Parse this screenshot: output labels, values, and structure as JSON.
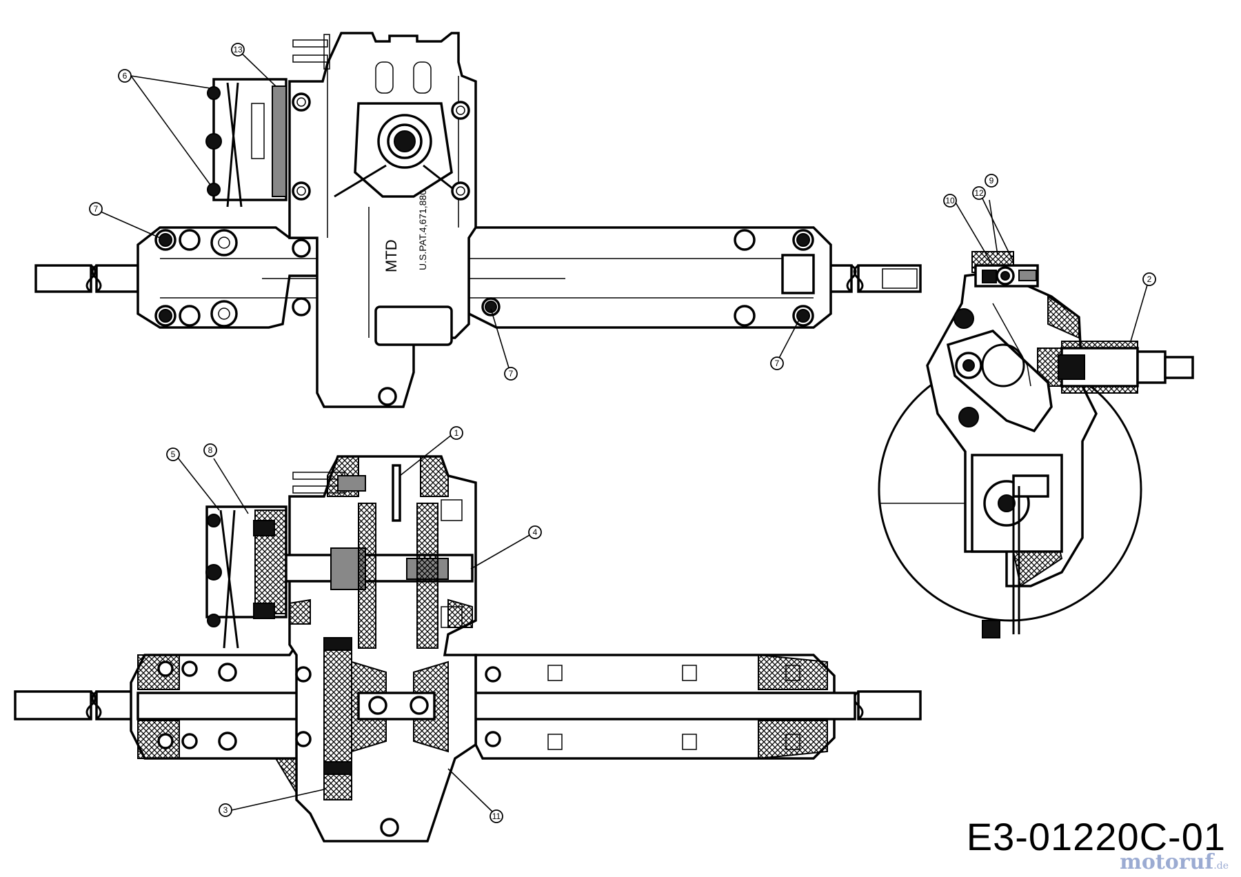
{
  "drawing": {
    "code": "E3-01220C-01",
    "watermark": "motoruf",
    "watermark_suffix": ".de"
  },
  "housing_text": {
    "brand": "MTD",
    "patent": "U.S.PAT.4,671,880"
  },
  "callouts": {
    "c1": "1",
    "c2": "2",
    "c3": "3",
    "c4": "4",
    "c5": "5",
    "c6": "6",
    "c7a": "7",
    "c7b": "7",
    "c7c": "7",
    "c8": "8",
    "c9": "9",
    "c10": "10",
    "c11": "11",
    "c12": "12",
    "c13": "13"
  },
  "colors": {
    "line": "#000000",
    "background": "#ffffff",
    "watermark": "#7a8fc4"
  }
}
